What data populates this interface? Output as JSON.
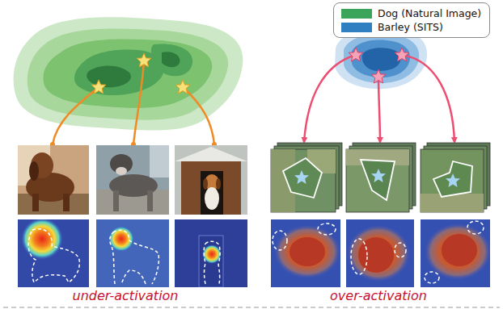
{
  "diagram": {
    "labels": [
      "under-activation",
      "over-activation"
    ],
    "legend": [
      {
        "text": "Dog (Natural Image)",
        "color": "#3aa55a"
      },
      {
        "text": "Barley (SITS)",
        "color": "#2f7fc1"
      }
    ]
  }
}
